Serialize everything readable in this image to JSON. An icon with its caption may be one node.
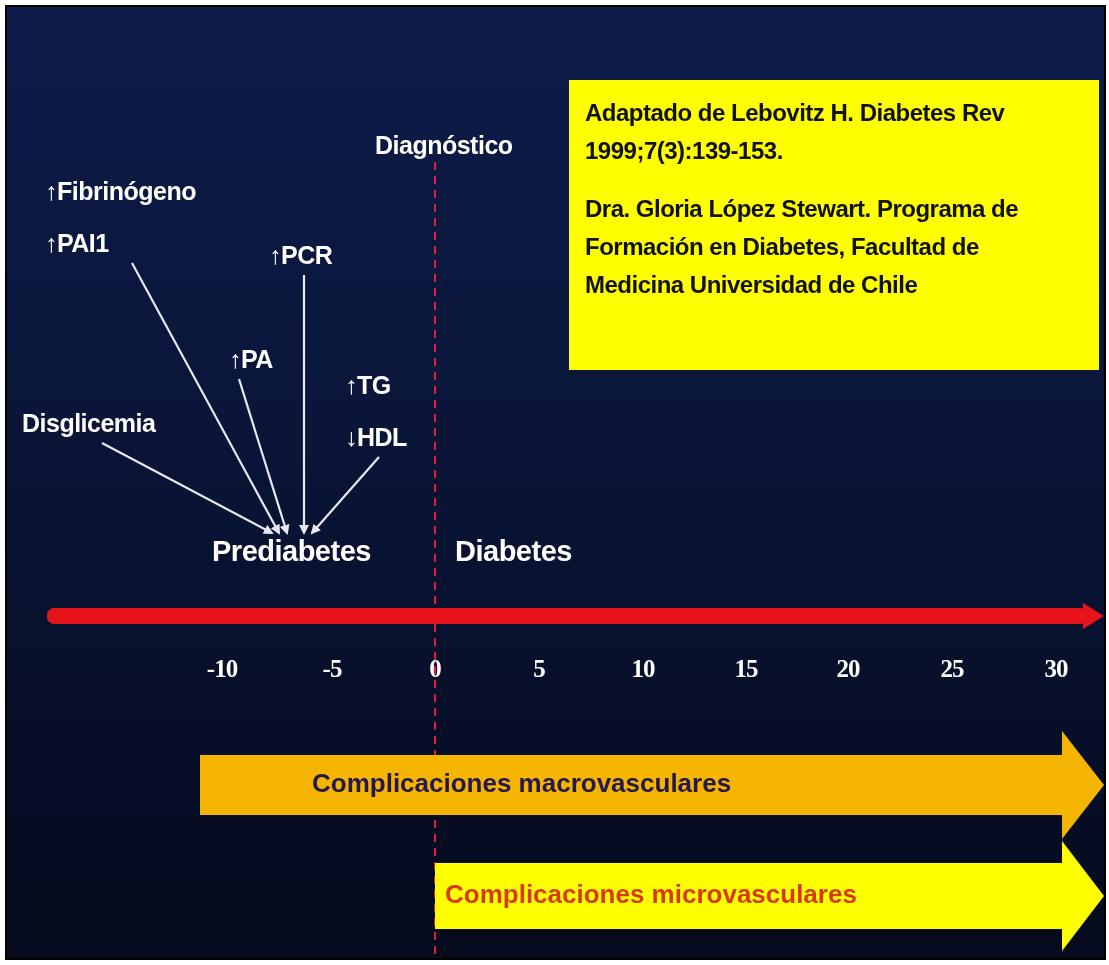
{
  "diagram": {
    "nodes": [
      {
        "text": [
          "↑Fibrinógeno ↑PAI1"
        ]
      },
      {
        "text": [
          "↑PCR"
        ]
      },
      {
        "text": [
          "↑PA"
        ]
      },
      {
        "text": [
          "↑TG ↓HDL"
        ]
      },
      {
        "text": [
          "Disglicemia"
        ]
      },
      {
        "text": [
          "Prediabetes"
        ]
      },
      {
        "text": [
          "Adaptado de Lebovitz H. Diabetes Rev 1999;7(3):139-153.",
          "Dra. Gloria López Stewart. Programa de Formación en Diabetes, Facultad de Medicina Universidad de Chile"
        ]
      },
      {
        "text": [
          "Complicaciones macrovasculares"
        ]
      },
      {
        "text": [
          "Complicaciones microvasculares"
        ]
      }
    ],
    "edges": [
      {
        "from": 4,
        "to": 5,
        "arrow": "to"
      },
      {
        "from": 0,
        "to": 5,
        "arrow": "to"
      },
      {
        "from": 2,
        "to": 5,
        "arrow": "to"
      },
      {
        "from": 1,
        "to": 5,
        "arrow": "to"
      },
      {
        "from": 3,
        "to": 5,
        "arrow": "to"
      }
    ],
    "labels": [
      "Diagnóstico",
      "Diabetes",
      "-10",
      "-5",
      "0",
      "5",
      "10",
      "15",
      "20",
      "25",
      "30"
    ]
  }
}
